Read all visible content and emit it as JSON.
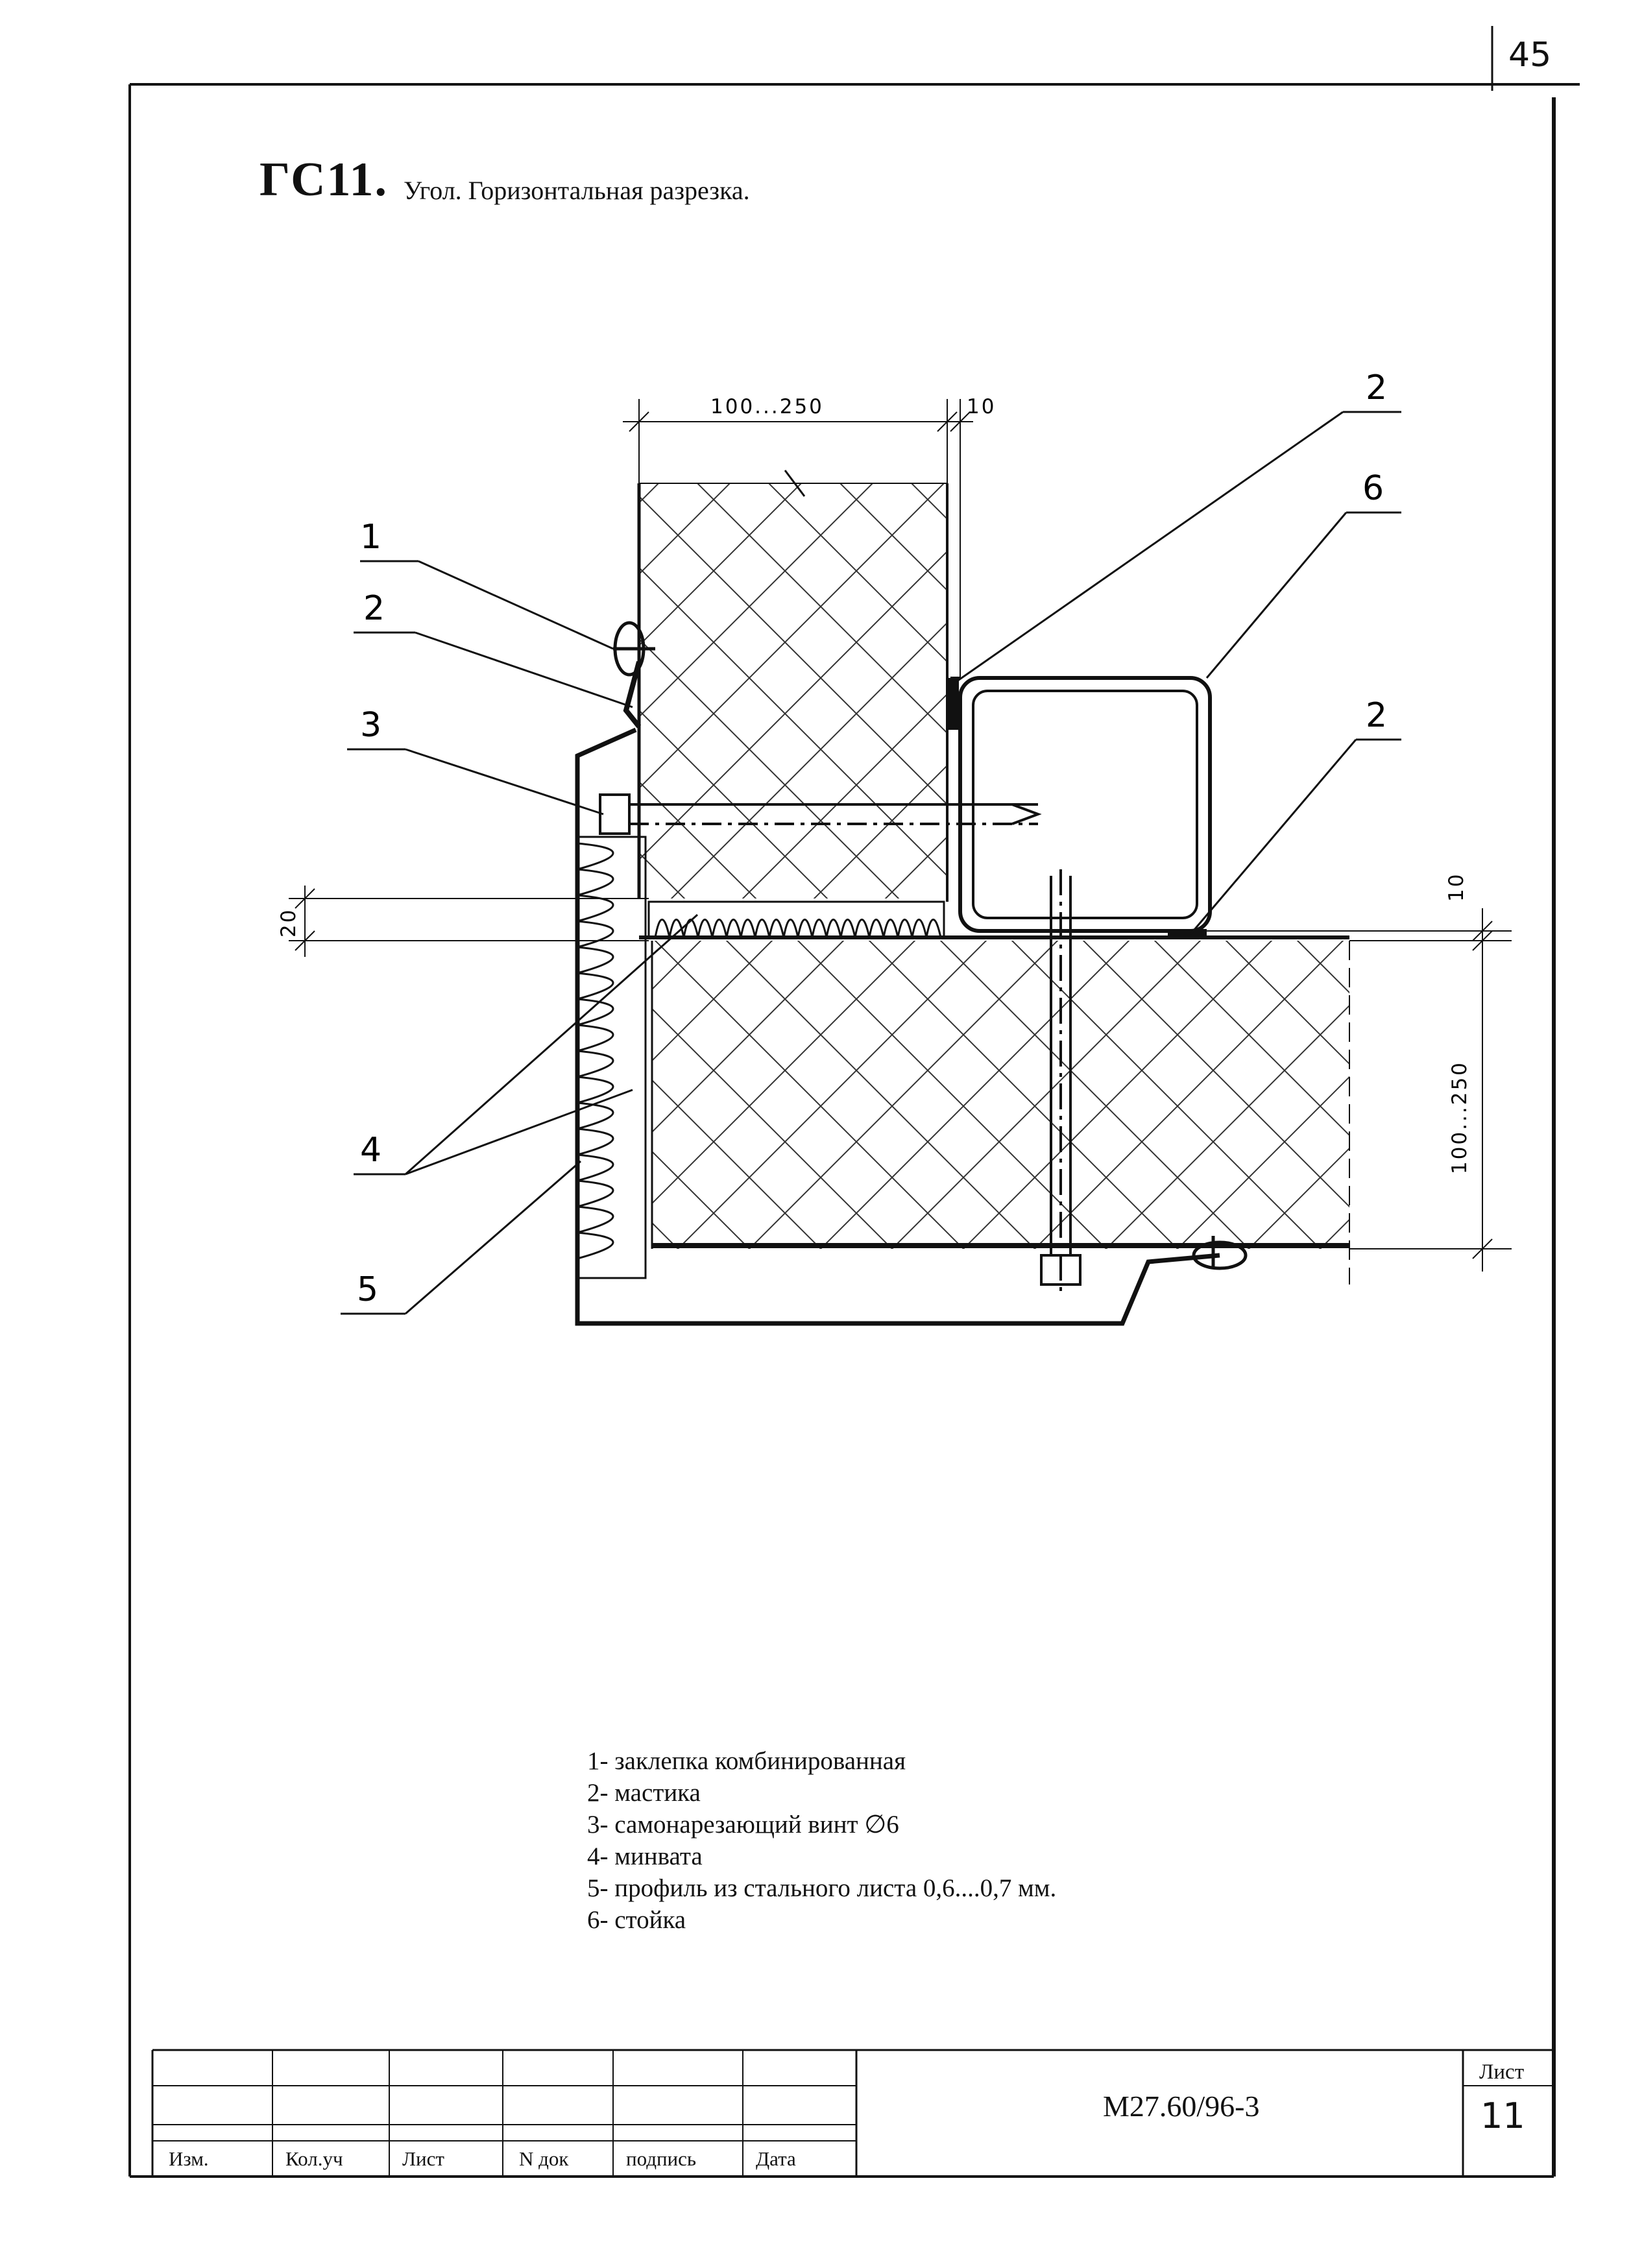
{
  "page_number": "45",
  "title": {
    "code": "ГС11.",
    "text": "Угол. Горизонтальная разрезка."
  },
  "drawing": {
    "dimensions": {
      "top_width": "100...250",
      "top_gap": "10",
      "left_gap": "20",
      "right_gap": "10",
      "right_height": "100...250"
    },
    "callouts": [
      "1",
      "2",
      "3",
      "4",
      "5",
      "2",
      "6",
      "2"
    ]
  },
  "legend": [
    "1-   заклепка комбинированная",
    "2-   мастика",
    "3-   самонарезающий винт   ∅6",
    "4-   минвата",
    "5-   профиль из стального листа 0,6....0,7 мм.",
    "6-   стойка"
  ],
  "title_block": {
    "headers": [
      "Изм.",
      "Кол.уч",
      "Лист",
      "N док",
      "подпись",
      "Дата"
    ],
    "document_code": "М27.60/96-3",
    "sheet_label": "Лист",
    "sheet_number": "11"
  }
}
